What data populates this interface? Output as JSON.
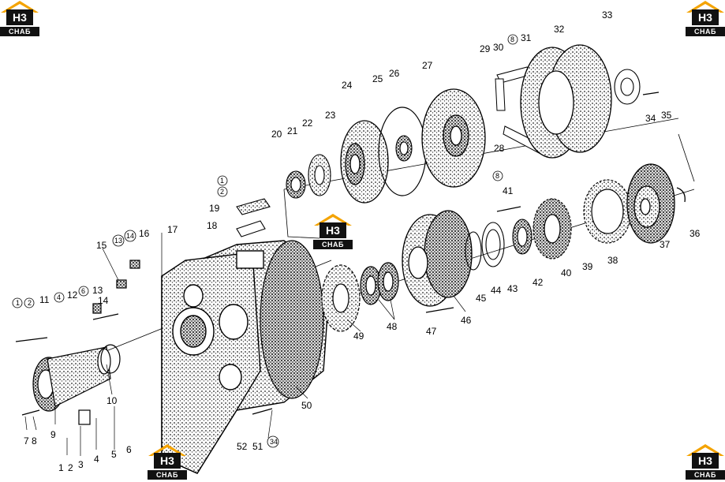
{
  "watermark": {
    "text": "СНАБ",
    "mark": "Н3",
    "accent": "#f4a300"
  },
  "part_labels": [
    "7",
    "8",
    "9",
    "1",
    "2",
    "3",
    "4",
    "5",
    "6",
    "10",
    "1",
    "2",
    "11",
    "4",
    "12",
    "6",
    "13",
    "14",
    "15",
    "13",
    "14",
    "16",
    "17",
    "1",
    "2",
    "19",
    "18",
    "20",
    "21",
    "22",
    "23",
    "24",
    "25",
    "26",
    "27",
    "28",
    "8",
    "29",
    "30",
    "8",
    "31",
    "32",
    "33",
    "34",
    "35",
    "41",
    "45",
    "44",
    "43",
    "42",
    "40",
    "39",
    "38",
    "37",
    "36",
    "46",
    "47",
    "48",
    "49",
    "50",
    "51",
    "52",
    "34"
  ]
}
